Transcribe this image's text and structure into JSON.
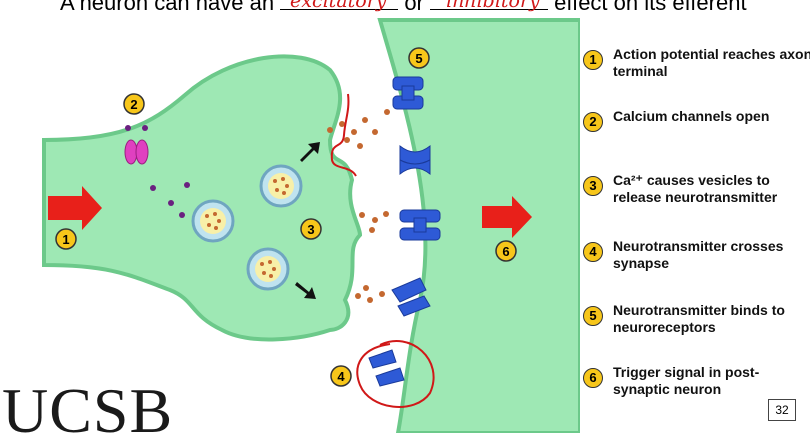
{
  "title": {
    "prefix": "A neuron can have an",
    "connector": "or",
    "suffix": "effect on its efferent",
    "handwritten_1": "excitatory",
    "handwritten_2": "inhibitory"
  },
  "steps": [
    {
      "num": "1",
      "text": "Action potential reaches axon terminal"
    },
    {
      "num": "2",
      "text": "Calcium channels open"
    },
    {
      "num": "3",
      "text": "Ca²⁺ causes vesicles to release neurotransmitter"
    },
    {
      "num": "4",
      "text": "Neurotransmitter crosses synapse"
    },
    {
      "num": "5",
      "text": "Neurotransmitter binds to neuroreceptors"
    },
    {
      "num": "6",
      "text": "Trigger signal in post-synaptic neuron"
    }
  ],
  "diagram_labels": {
    "one": "1",
    "two": "2",
    "three": "3",
    "four": "4",
    "five": "5",
    "six": "6"
  },
  "colors": {
    "cell_fill": "#9ee8b4",
    "cell_stroke": "#6cc98a",
    "arrow_red": "#e8201a",
    "receptor_blue": "#2e5ad6",
    "channel_pink": "#e040c0",
    "badge_yellow": "#f7c61a",
    "annotation_red": "#d01818"
  },
  "slide_number": "32",
  "logo_text": "UCSB"
}
